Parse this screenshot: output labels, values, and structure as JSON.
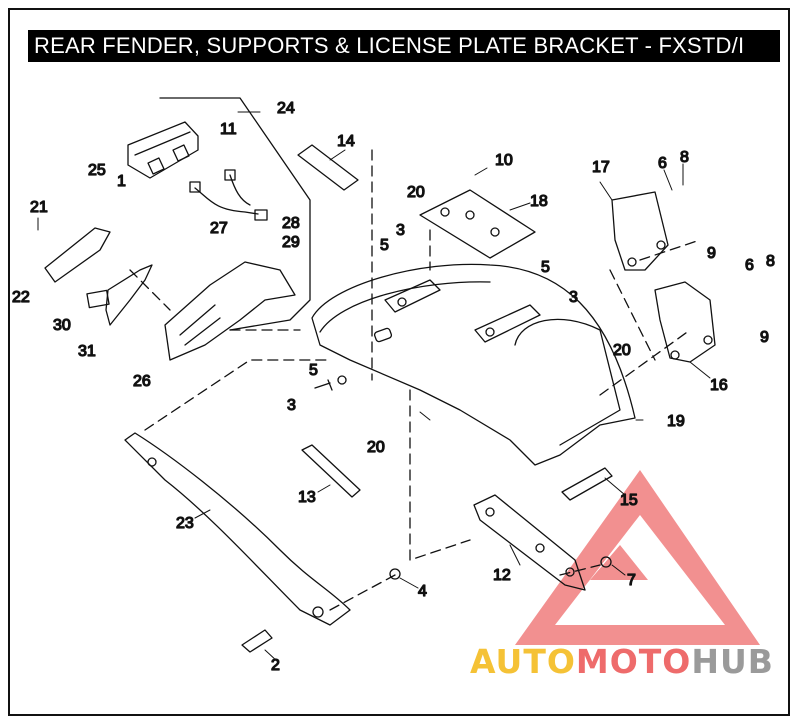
{
  "title": "REAR FENDER, SUPPORTS & LICENSE PLATE BRACKET - FXSTD/I",
  "callouts": {
    "c1": "1",
    "c2": "2",
    "c3a": "3",
    "c3b": "3",
    "c3c": "3",
    "c4": "4",
    "c5a": "5",
    "c5b": "5",
    "c5c": "5",
    "c6a": "6",
    "c6b": "6",
    "c7": "7",
    "c8a": "8",
    "c8b": "8",
    "c9a": "9",
    "c9b": "9",
    "c10": "10",
    "c11": "11",
    "c12": "12",
    "c13": "13",
    "c14": "14",
    "c15": "15",
    "c16": "16",
    "c17": "17",
    "c18": "18",
    "c19": "19",
    "c20a": "20",
    "c20b": "20",
    "c20c": "20",
    "c21": "21",
    "c22": "22",
    "c23": "23",
    "c24": "24",
    "c25": "25",
    "c26": "26",
    "c27": "27",
    "c28": "28",
    "c29": "29",
    "c30": "30",
    "c31": "31"
  },
  "watermark": {
    "part1": "AUTO",
    "part2": "MOTO",
    "part3": "HUB"
  },
  "colors": {
    "watermark_yellow": "#f5c236",
    "watermark_red": "#ee6b6b",
    "watermark_gray": "#9a9a9a",
    "line": "#111111"
  },
  "icons": [
    "triangle-logo-icon"
  ]
}
